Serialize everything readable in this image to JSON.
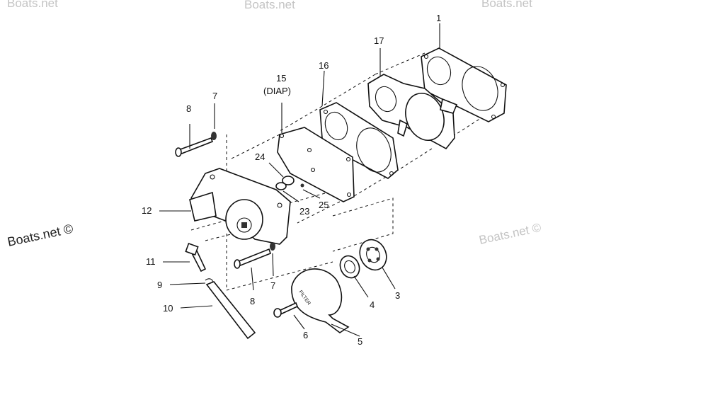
{
  "watermarks": {
    "left": "Boats.net ©",
    "right": "Boats.net ©",
    "top_1": "Boats.net",
    "top_2": "Boats.net",
    "top_3": "Boats.net"
  },
  "callouts": {
    "p1": "1",
    "p3": "3",
    "p4": "4",
    "p5": "5",
    "p6": "6",
    "p7_top": "7",
    "p7_bottom": "7",
    "p8_top": "8",
    "p8_bottom": "8",
    "p9": "9",
    "p10": "10",
    "p11": "11",
    "p12": "12",
    "p15": "15",
    "p15_note": "(DIAP)",
    "p16": "16",
    "p17": "17",
    "p23": "23",
    "p24": "24",
    "p25": "25"
  },
  "cover_text": "FILTER",
  "colors": {
    "ink": "#111111",
    "watermark": "#c4c4c4",
    "background": "#ffffff"
  }
}
